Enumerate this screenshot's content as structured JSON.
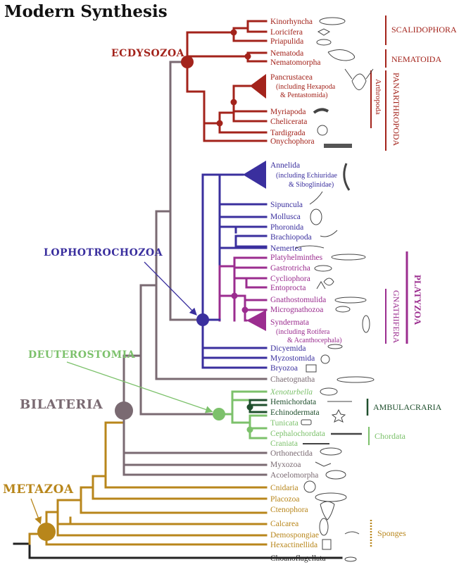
{
  "title": "Modern Synthesis",
  "colors": {
    "grey": "#7a6a72",
    "ecdysozoa": "#a3231b",
    "lophotrochozoa": "#3a2f9e",
    "platyzoa": "#9b2d8f",
    "deuterostomia": "#7cc16b",
    "ambulacraria": "#1f4f2d",
    "metazoa": "#b8861b",
    "black": "#222222"
  },
  "clades": {
    "ecdysozoa": "Ecdysozoa",
    "lophotrochozoa": "Lophotrochozoa",
    "deuterostomia": "Deuterostomia",
    "bilateria": "Bilateria",
    "metazoa": "Metazoa"
  },
  "groups": {
    "scalidophora": "Scalidophora",
    "nematoida": "Nematoida",
    "panarthropoda": "Panarthropoda",
    "arthropoda": "Arthropoda",
    "platyzoa": "Platyzoa",
    "gnathifera": "Gnathifera",
    "ambulacraria": "Ambulacraria",
    "chordata": "Chordata",
    "sponges": "Sponges"
  },
  "taxa": {
    "kinorhyncha": "Kinorhyncha",
    "loricifera": "Loricifera",
    "priapulida": "Priapulida",
    "nematoda": "Nematoda",
    "nematomorpha": "Nematomorpha",
    "pancrustacea": "Pancrustacea",
    "pancrustacea_note1": "(including Hexapoda",
    "pancrustacea_note2": "& Pentastomida)",
    "myriapoda": "Myriapoda",
    "chelicerata": "Chelicerata",
    "tardigrada": "Tardigrada",
    "onychophora": "Onychophora",
    "annelida": "Annelida",
    "annelida_note1": "(including Echiuridae",
    "annelida_note2": "& Siboglinidae)",
    "sipuncula": "Sipuncula",
    "mollusca": "Mollusca",
    "phoronida": "Phoronida",
    "brachiopoda": "Brachiopoda",
    "nemertea": "Nemertea",
    "platyhelminthes": "Platyhelminthes",
    "gastrotricha": "Gastrotricha",
    "cycliophora": "Cycliophora",
    "entoprocta": "Entoprocta",
    "gnathostomulida": "Gnathostomulida",
    "micrognathozoa": "Micrognathozoa",
    "syndermata": "Syndermata",
    "syndermata_note1": "(including Rotifera",
    "syndermata_note2": "& Acanthocephala)",
    "dicyemida": "Dicyemida",
    "myzostomida": "Myzostomida",
    "bryozoa": "Bryozoa",
    "chaetognatha": "Chaetognatha",
    "xenoturbella": "Xenoturbella",
    "hemichordata": "Hemichordata",
    "echinodermata": "Echinodermata",
    "tunicata": "Tunicata",
    "cephalochordata": "Cephalochordata",
    "craniata": "Craniata",
    "orthonectida": "Orthonectida",
    "myxozoa": "Myxozoa",
    "acoelomorpha": "Acoelomorpha",
    "cnidaria": "Cnidaria",
    "placozoa": "Placozoa",
    "ctenophora": "Ctenophora",
    "calcarea": "Calcarea",
    "demospongiae": "Demospongiae",
    "hexactinellida": "Hexactinellida",
    "choanoflagellata": "Choanoflagellata"
  }
}
